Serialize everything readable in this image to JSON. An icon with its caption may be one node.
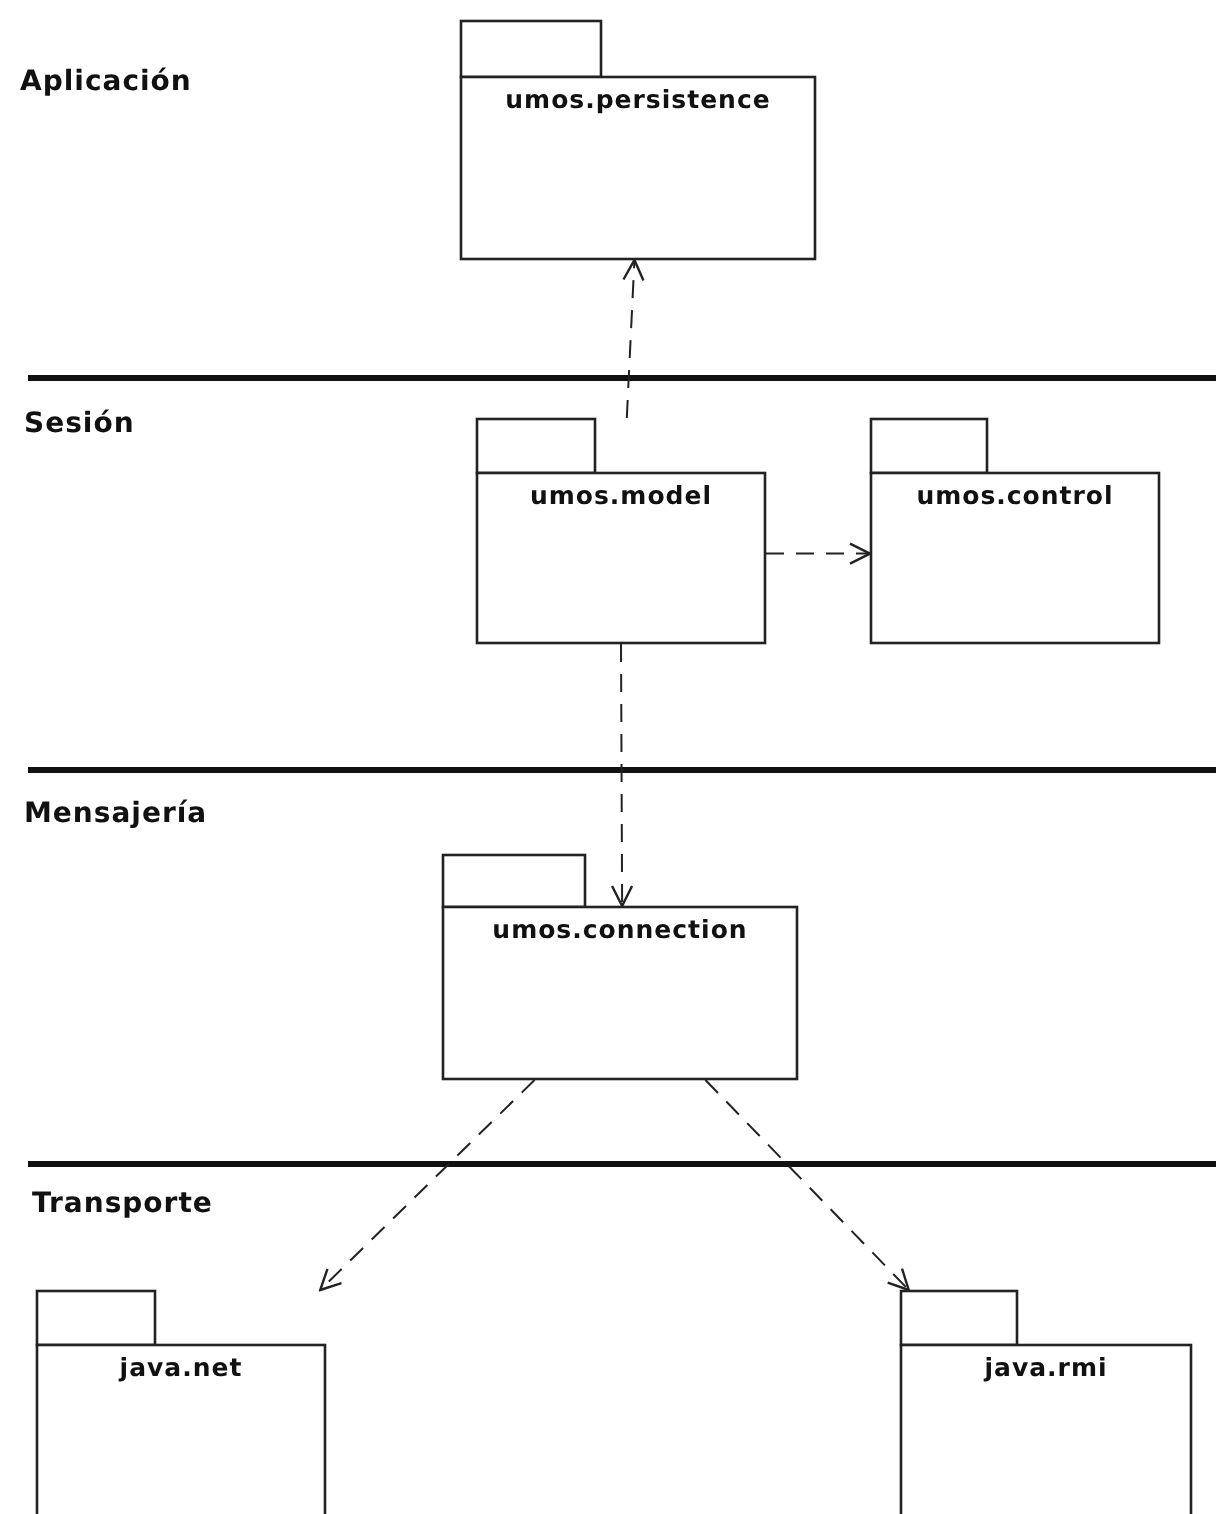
{
  "diagram": {
    "nodes": [
      {
        "text": [
          "umos.persistence"
        ]
      },
      {
        "text": [
          "umos.model"
        ]
      },
      {
        "text": [
          "umos.control"
        ]
      },
      {
        "text": [
          "umos.connection"
        ]
      },
      {
        "text": [
          "java.net"
        ]
      },
      {
        "text": [
          "java.rmi"
        ]
      }
    ],
    "edges": [
      {
        "from": 1,
        "to": 0,
        "arrow": "to",
        "style": "dashed"
      },
      {
        "from": 1,
        "to": 2,
        "arrow": "to",
        "style": "dashed"
      },
      {
        "from": 1,
        "to": 3,
        "arrow": "to",
        "style": "dashed"
      },
      {
        "from": 3,
        "to": 4,
        "arrow": "to",
        "style": "dashed"
      },
      {
        "from": 3,
        "to": 5,
        "arrow": "to",
        "style": "dashed"
      }
    ],
    "labels": [
      "Aplicación",
      "Sesión",
      "Mensajería",
      "Transporte"
    ]
  }
}
